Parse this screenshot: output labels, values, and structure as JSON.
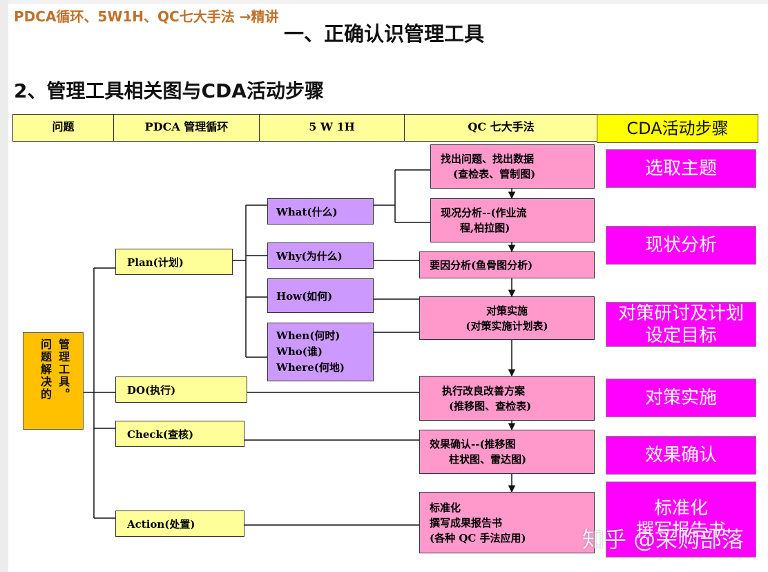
{
  "subject_line": "PDCA循环、5W1H、QC七大手法 →精讲",
  "main_title": "一、正确认识管理工具",
  "section_title": "2、管理工具相关图与CDA活动步骤",
  "headers": {
    "problem": "问题",
    "pdca": "PDCA 管理循环",
    "w5h1": "5 W 1H",
    "qc7": "QC 七大手法",
    "cda": "CDA活动步骤"
  },
  "root": {
    "col1": "问题解决的",
    "col2": "管理工具。"
  },
  "pdca": {
    "plan": "Plan(计划)",
    "do": "DO(执行)",
    "check": "Check(查核)",
    "action": "Action(处置)"
  },
  "w5h1": {
    "what": "What(什么)",
    "why": "Why(为什么)",
    "how": "How(如何)",
    "when": "When(何时)",
    "who": "Who(谁)",
    "where": "Where(何地)"
  },
  "qc_steps": {
    "s1": {
      "l1": "找出问题、找出数据",
      "l2": "(查检表、管制图)"
    },
    "s2": {
      "l1": "现况分析--(作业流",
      "l2": "程,柏拉图)"
    },
    "s3": {
      "l1": "要因分析(鱼骨图分析)"
    },
    "s4": {
      "l1": "对策实施",
      "l2": "(对策实施计划表)"
    },
    "s5": {
      "l1": "执行改良改善方案",
      "l2": "(推移图、查检表)"
    },
    "s6": {
      "l1": "效果确认--(推移图",
      "l2": "柱状图、雷达图)"
    },
    "s7": {
      "l1": "标准化",
      "l2": "撰写成果报告书",
      "l3": "(各种 QC 手法应用)"
    }
  },
  "cda_steps": {
    "c1": "选取主题",
    "c2": "现状分析",
    "c3a": "对策研讨及计划",
    "c3b": "设定目标",
    "c4": "对策实施",
    "c5": "效果确认",
    "c6a": "标准化",
    "c6b": "撰写报告书"
  },
  "watermark": "知乎 @采购部落",
  "colors": {
    "header_yellow": "#ffff99",
    "cda_header": "#ffff00",
    "root_orange": "#ffc000",
    "purple": "#cc99ff",
    "pink": "#ff99cc",
    "magenta": "#ff00ff",
    "subject_orange": "#c0702a"
  }
}
